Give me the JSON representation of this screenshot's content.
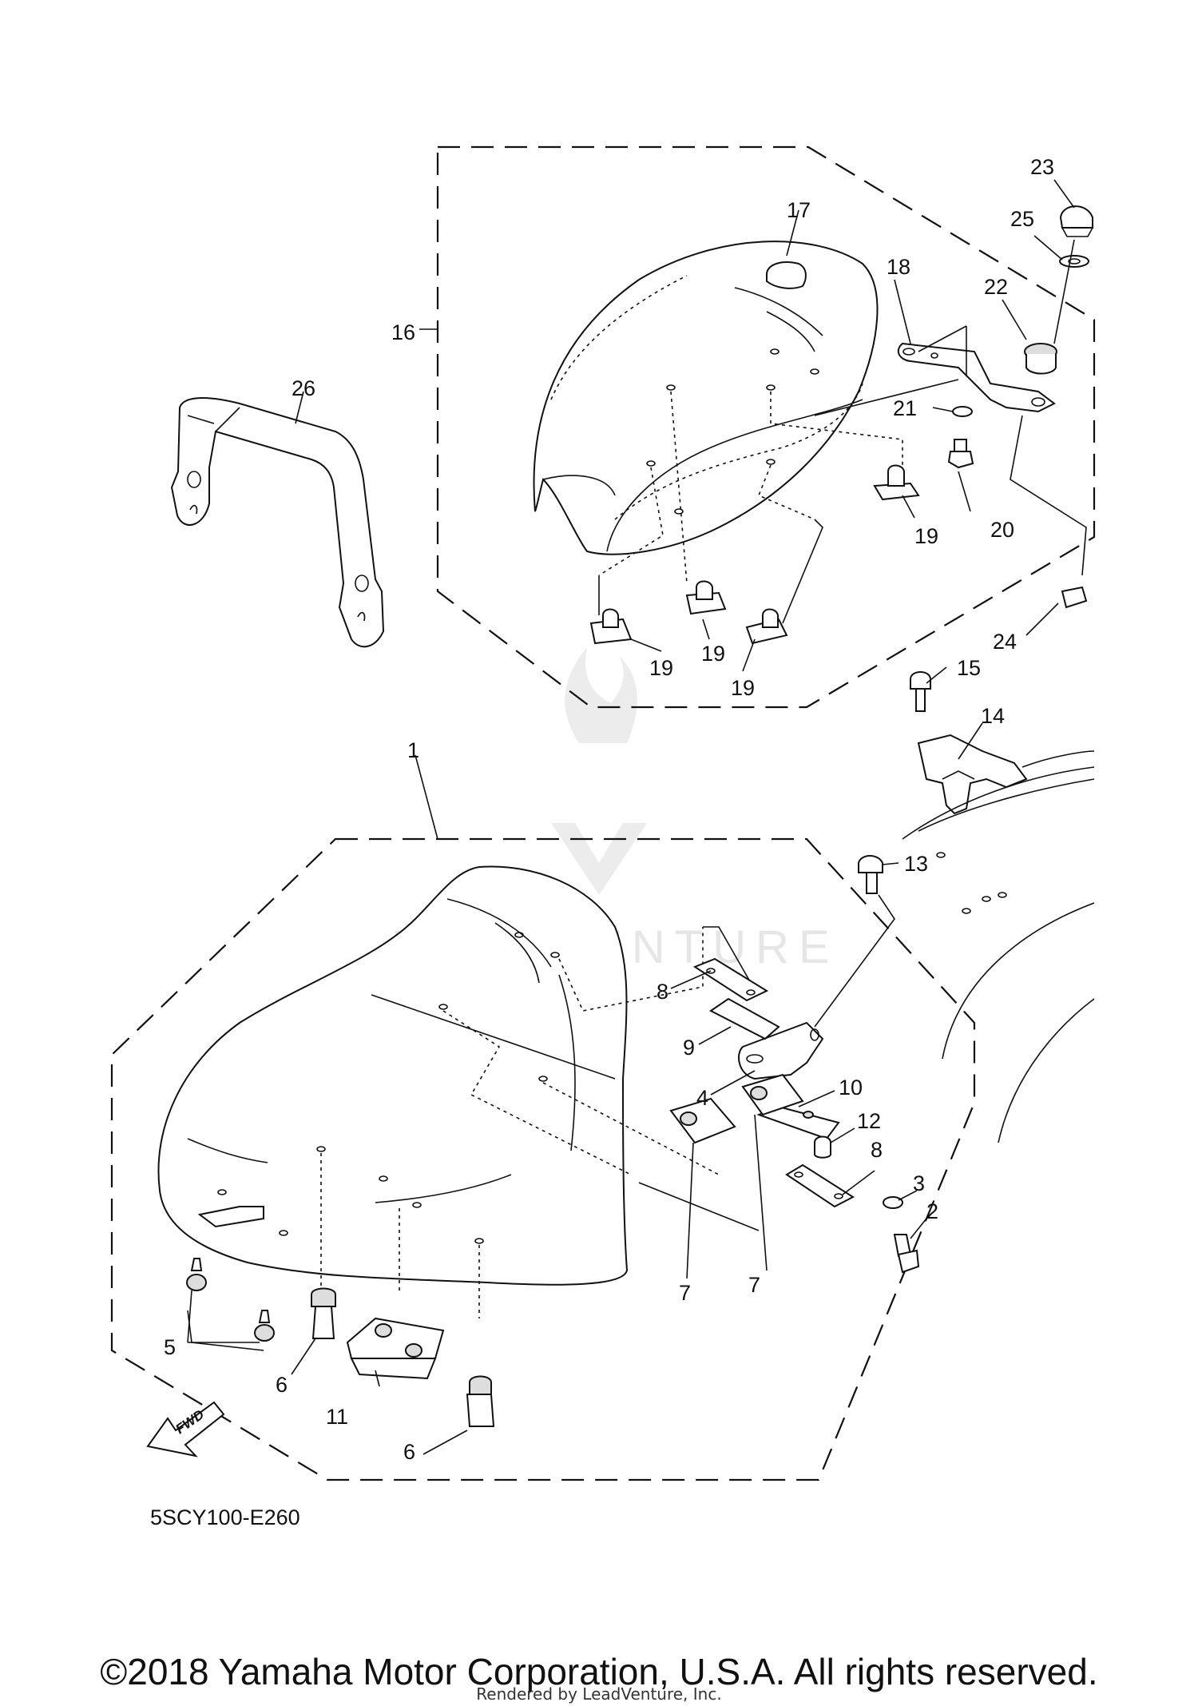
{
  "diagram_code": "5SCY100-E260",
  "fwd_label": "FWD",
  "watermark": "LEADVENTURE",
  "copyright": "©2018 Yamaha Motor Corporation, U.S.A. All rights reserved.",
  "rendered_by": "Rendered by LeadVenture, Inc.",
  "callouts": {
    "c1": "1",
    "c2": "2",
    "c3": "3",
    "c4": "4",
    "c5": "5",
    "c6a": "6",
    "c6b": "6",
    "c7a": "7",
    "c7b": "7",
    "c8a": "8",
    "c8b": "8",
    "c9": "9",
    "c10": "10",
    "c11": "11",
    "c12": "12",
    "c13": "13",
    "c14": "14",
    "c15": "15",
    "c16": "16",
    "c17": "17",
    "c18": "18",
    "c19a": "19",
    "c19b": "19",
    "c19c": "19",
    "c19d": "19",
    "c20": "20",
    "c21": "21",
    "c22": "22",
    "c23": "23",
    "c24": "24",
    "c25": "25",
    "c26": "26"
  }
}
